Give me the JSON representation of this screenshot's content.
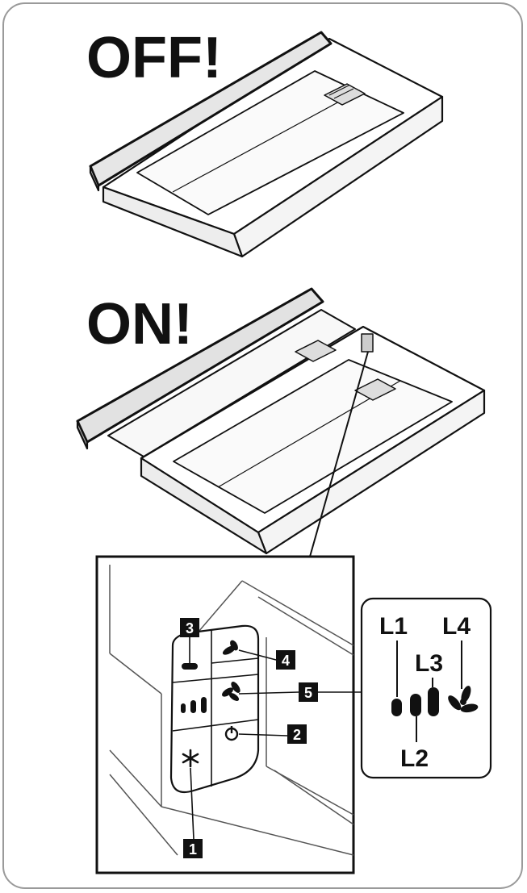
{
  "headings": {
    "off": "OFF!",
    "on": "ON!"
  },
  "callouts": {
    "c1": "1",
    "c2": "2",
    "c3": "3",
    "c4": "4",
    "c5": "5"
  },
  "indicators": {
    "l1": "L1",
    "l2": "L2",
    "l3": "L3",
    "l4": "L4"
  },
  "icons": {
    "light": "asterisk-light-icon",
    "fan_plus": "fan-plus-icon",
    "fan_minus": "fan-minus-icon",
    "power": "power-icon",
    "fan_level": "fan-level-icon",
    "fan_max": "fan-max-icon"
  }
}
